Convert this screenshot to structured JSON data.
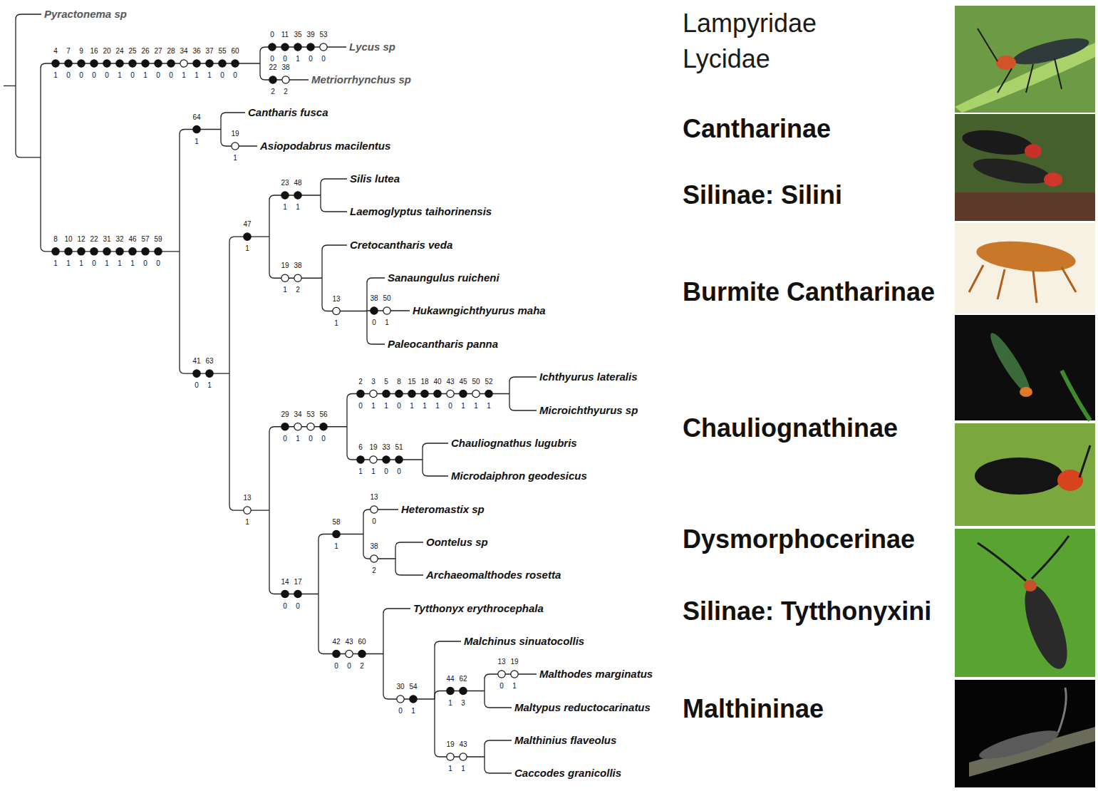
{
  "diagram": {
    "nodes": [
      {
        "text": [
          "Pyractonema sp",
          "Lycus sp",
          "Metriorrhynchus sp",
          "Lampyridae",
          "Lycidae"
        ]
      },
      {
        "text": [
          "Cantharis fusca",
          "Asiopodabrus macilentus",
          "Cantharinae"
        ]
      },
      {
        "text": [
          "Silis lutea",
          "Laemoglyptus taihorinensis",
          "Silinae: Silini"
        ]
      },
      {
        "text": [
          "Cretocantharis veda",
          "Sanaungulus ruicheni",
          "Hukawngichthyurus maha",
          "Paleocantharis panna",
          "Burmite Cantharinae"
        ]
      },
      {
        "text": [
          "Ichthyurus lateralis",
          "Microichthyurus sp",
          "Chauliognathus lugubris",
          "Microdaiphron geodesicus",
          "Chauliognathinae"
        ]
      },
      {
        "text": [
          "Heteromastix sp",
          "Oontelus sp",
          "Archaeomalthodes rosetta",
          "Dysmorphocerinae"
        ]
      },
      {
        "text": [
          "Tytthonyx erythrocephala",
          "Silinae: Tytthonyxini"
        ]
      },
      {
        "text": [
          "Malchinus sinuatocollis",
          "Malthodes marginatus",
          "Maltypus reductocarinatus",
          "Malthinius flaveolus",
          "Caccodes granicollis",
          "Malthininae"
        ]
      }
    ],
    "labels": [
      "4",
      "1",
      "7",
      "0",
      "9",
      "0",
      "16",
      "0",
      "20",
      "0",
      "24",
      "1",
      "25",
      "0",
      "26",
      "1",
      "27",
      "0",
      "28",
      "0",
      "34",
      "1",
      "36",
      "1",
      "37",
      "1",
      "55",
      "0",
      "60",
      "0",
      "0",
      "0",
      "11",
      "0",
      "35",
      "1",
      "39",
      "0",
      "53",
      "0",
      "22",
      "2",
      "38",
      "2",
      "8",
      "1",
      "10",
      "1",
      "12",
      "1",
      "22",
      "0",
      "31",
      "1",
      "32",
      "1",
      "46",
      "1",
      "57",
      "0",
      "59",
      "0",
      "64",
      "1",
      "19",
      "1",
      "41",
      "0",
      "63",
      "1",
      "47",
      "1",
      "23",
      "1",
      "48",
      "1",
      "19",
      "1",
      "38",
      "2",
      "13",
      "1",
      "38",
      "0",
      "50",
      "1",
      "13",
      "1",
      "29",
      "0",
      "34",
      "1",
      "53",
      "0",
      "56",
      "0",
      "2",
      "0",
      "3",
      "1",
      "5",
      "1",
      "8",
      "0",
      "15",
      "1",
      "18",
      "1",
      "40",
      "1",
      "43",
      "0",
      "45",
      "1",
      "50",
      "1",
      "52",
      "1",
      "6",
      "1",
      "19",
      "1",
      "33",
      "0",
      "51",
      "0",
      "14",
      "0",
      "17",
      "0",
      "58",
      "1",
      "13",
      "0",
      "38",
      "2",
      "42",
      "0",
      "43",
      "0",
      "60",
      "2",
      "30",
      "0",
      "54",
      "1",
      "44",
      "1",
      "62",
      "3",
      "13",
      "0",
      "19",
      "1",
      "19",
      "1",
      "43",
      "1"
    ]
  }
}
